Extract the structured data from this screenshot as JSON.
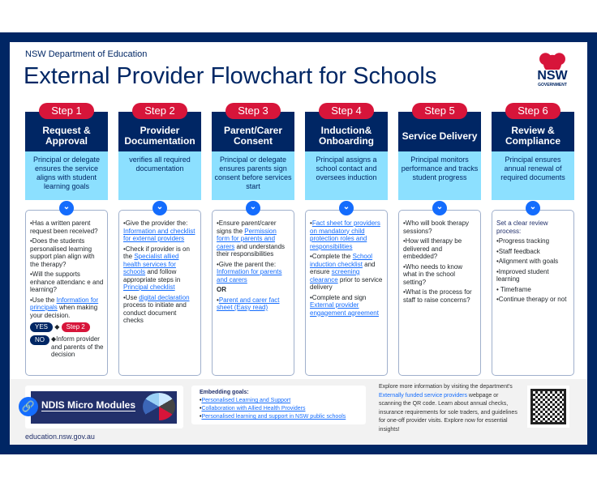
{
  "header": {
    "department": "NSW Department of Education",
    "title": "External Provider Flowchart for Schools",
    "logo_text": "NSW",
    "logo_sub": "GOVERNMENT"
  },
  "steps": [
    {
      "step": "Step 1",
      "title": "Request & Approval",
      "desc": "Principal or delegate ensures the service aligns with student learning goals",
      "items": [
        [
          {
            "t": "•Has a written parent request been received?"
          }
        ],
        [
          {
            "t": "•Does the students personalised learning support plan align with the therapy?"
          }
        ],
        [
          {
            "t": "•Will the supports enhance attendanc e and learning?"
          }
        ],
        [
          {
            "t": "•Use the "
          },
          {
            "t": "Information for principals",
            "l": 1
          },
          {
            "t": " when making your decision."
          }
        ]
      ]
    },
    {
      "step": "Step 2",
      "title": "Provider Documentation",
      "desc": "verifies all required documentation",
      "items": [
        [
          {
            "t": "•Give the provider the: "
          },
          {
            "t": "Information and checklist for external providers",
            "l": 1
          }
        ],
        [
          {
            "t": "•Check if provider is on the "
          },
          {
            "t": "Specialist allied health services for schools",
            "l": 1
          },
          {
            "t": " and follow appropriate steps in "
          },
          {
            "t": "Principal checklist",
            "l": 1
          }
        ],
        [
          {
            "t": "•Use "
          },
          {
            "t": "digital declaration",
            "l": 1
          },
          {
            "t": " process to initiate and conduct document checks"
          }
        ]
      ]
    },
    {
      "step": "Step 3",
      "title": "Parent/Carer Consent",
      "desc": "Principal or delegate ensures parents sign consent before services start",
      "items": [
        [
          {
            "t": "•Ensure parent/carer signs the "
          },
          {
            "t": "Permission form for parents and carers",
            "l": 1
          },
          {
            "t": " and understands their responsibilities"
          }
        ],
        [
          {
            "t": "•Give the parent the: "
          },
          {
            "t": "Information for parents and carers",
            "l": 1
          }
        ],
        [
          {
            "t": "OR",
            "b": 1
          }
        ],
        [
          {
            "t": "•"
          },
          {
            "t": "Parent and carer fact sheet (Easy read)",
            "l": 1
          }
        ]
      ]
    },
    {
      "step": "Step 4",
      "title": "Induction& Onboarding",
      "desc": "Principal assigns a school contact and oversees induction",
      "items": [
        [
          {
            "t": "•"
          },
          {
            "t": "Fact sheet for providers on mandatory child protection roles and responsibilities",
            "l": 1
          }
        ],
        [
          {
            "t": "•Complete the "
          },
          {
            "t": "School induction checklist",
            "l": 1
          },
          {
            "t": " and ensure "
          },
          {
            "t": "screening clearance",
            "l": 1
          },
          {
            "t": " prior to service delivery"
          }
        ],
        [
          {
            "t": "•Complete and sign "
          },
          {
            "t": "External provider engagement agreement",
            "l": 1
          }
        ]
      ]
    },
    {
      "step": "Step 5",
      "title": "Service Delivery",
      "desc": "Principal monitors performance and tracks student progress",
      "items": [
        [
          {
            "t": "•Who will book therapy sessions?"
          }
        ],
        [
          {
            "t": "•How will therapy be delivered and embedded?"
          }
        ],
        [
          {
            "t": "•Who needs to know what in the school setting?"
          }
        ],
        [
          {
            "t": "•What is the process for staff to raise concerns?"
          }
        ]
      ]
    },
    {
      "step": "Step 6",
      "title": "Review & Compliance",
      "desc": "Principal ensures annual renewal of required documents",
      "items": [
        [
          {
            "t": "Set a clear review process:",
            "h": 1
          }
        ],
        [
          {
            "t": "•Progress tracking"
          }
        ],
        [
          {
            "t": "•Staff feedback"
          }
        ],
        [
          {
            "t": "•Alignment with goals"
          }
        ],
        [
          {
            "t": "•Improved student learning"
          }
        ],
        [
          {
            "t": "• Timeframe"
          }
        ],
        [
          {
            "t": "•Continue therapy or not"
          }
        ]
      ]
    }
  ],
  "decision": {
    "yes": "YES",
    "yes_target": "Step 2",
    "no": "NO",
    "no_text": "Inform provider and parents of the decision"
  },
  "footer": {
    "ndis": "NDIS Micro Modules",
    "url": "education.nsw.gov.au",
    "goals_heading": "Embedding goals:",
    "goals": [
      "Personalised Learning and Support",
      "Collaboration with Allied Health Providers",
      "Personalised learning and support in NSW public schools"
    ],
    "explore_pre": "Explore more information by visiting the department's ",
    "explore_link": "Externally funded service providers",
    "explore_post": " webpage or scanning the QR code. Learn about annual checks, insurance requirements for sole traders, and guidelines for one-off provider visits. Explore now for essential insights!"
  },
  "colors": {
    "navy": "#002664",
    "red": "#d7153a",
    "light_blue": "#8ce0ff",
    "link": "#146cfd"
  }
}
